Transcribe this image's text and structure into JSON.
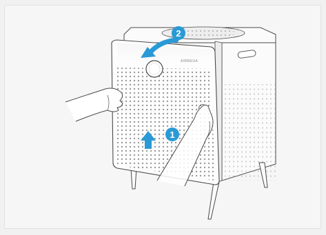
{
  "illustration": {
    "subject": "air-purifier-front-panel-removal",
    "brand_text": "AIRMEGA",
    "steps": [
      {
        "number": "1",
        "icon": "arrow-up-icon"
      },
      {
        "number": "2",
        "icon": "arrow-pull-out-icon"
      }
    ],
    "colors": {
      "background": "#f6f6f6",
      "outline": "#4a4a4a",
      "step_circle": "#2a9ad6",
      "arrow": "#2a9ad6",
      "perforation": "#9a9a9a"
    }
  }
}
